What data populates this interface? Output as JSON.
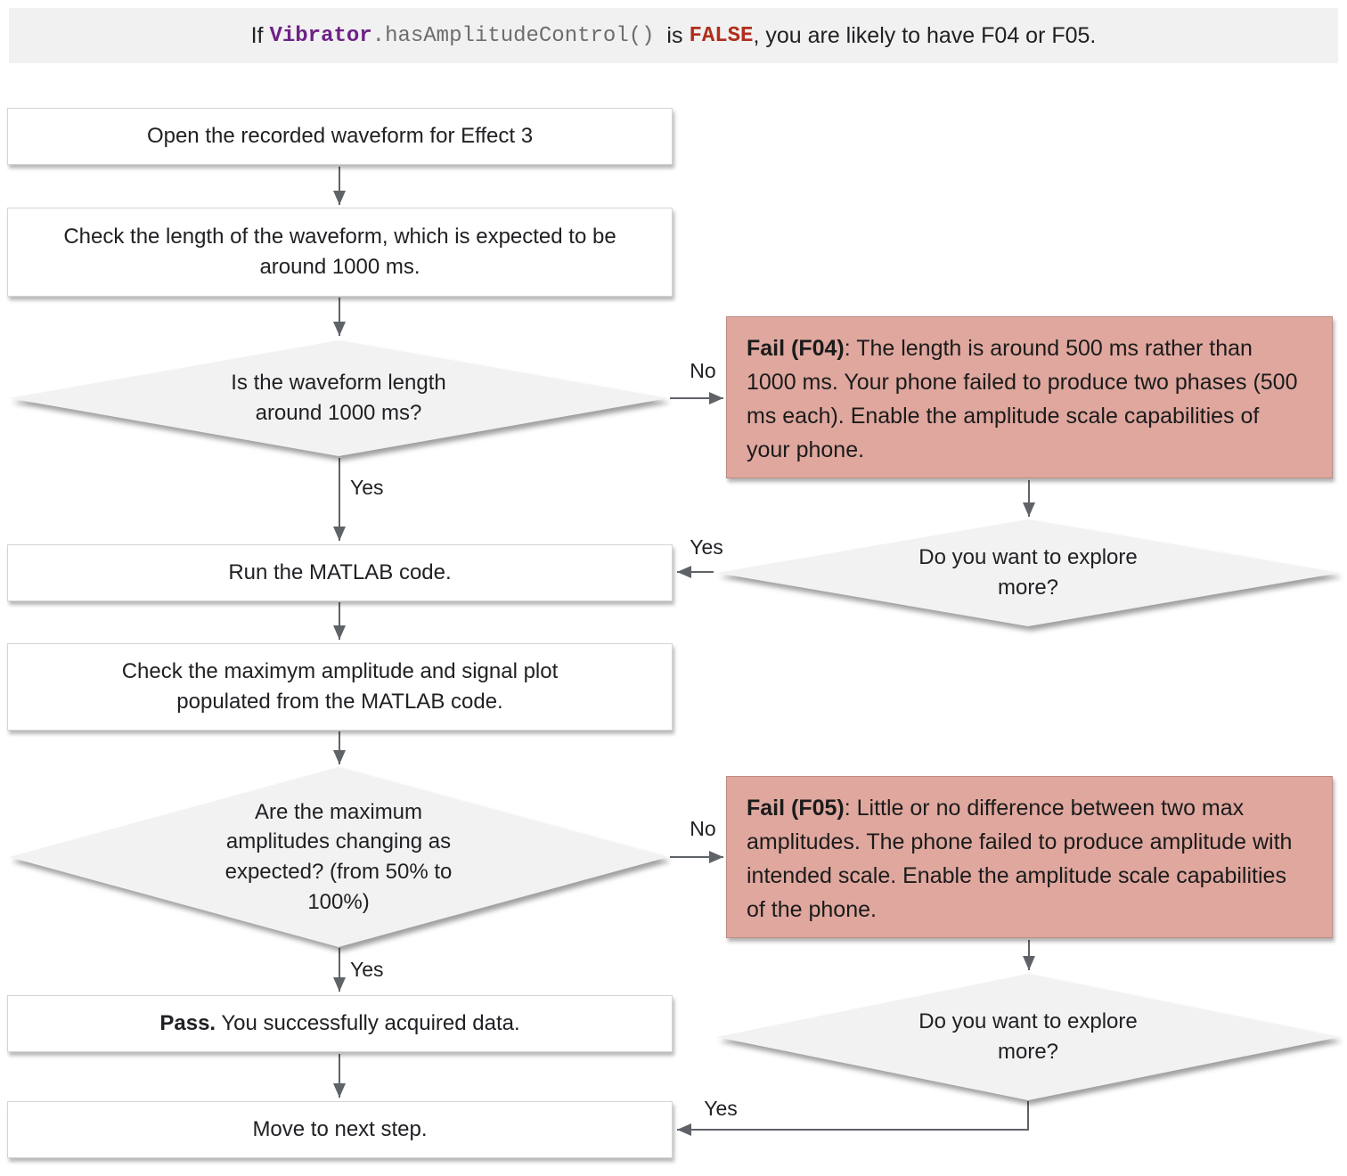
{
  "colors": {
    "header_bg": "#f1f1f1",
    "code_purple": "#6e2286",
    "code_gray": "#6d6d6d",
    "code_red": "#b02e1d",
    "fail_bg": "#dfa79e",
    "diamond_bg": "#f2f2f2",
    "line": "#5f6368"
  },
  "banner": {
    "prefix": "If ",
    "code_class": "Vibrator",
    "code_method": ".hasAmplitudeControl()",
    "middle": "  is ",
    "code_value": "FALSE",
    "suffix": ", you are likely to have F04 or F05."
  },
  "nodes": {
    "open_waveform": {
      "text": "Open the recorded waveform for Effect 3"
    },
    "check_length": {
      "text": "Check the length of the waveform, which is expected to be around 1000 ms."
    },
    "length_decision": {
      "text": "Is the waveform length around 1000 ms?"
    },
    "fail_f04": {
      "label": "Fail (F04)",
      "text": ": The length is around 500 ms rather than 1000 ms. Your phone failed to produce two phases (500 ms each). Enable the amplitude scale capabilities of your phone."
    },
    "explore_1": {
      "text": "Do you want to explore more?"
    },
    "run_matlab": {
      "text": "Run the MATLAB code."
    },
    "check_amplitude": {
      "text": "Check the maximym amplitude and signal plot populated from the MATLAB code."
    },
    "amplitude_decision": {
      "text": "Are the maximum amplitudes changing as expected? (from 50% to 100%)"
    },
    "fail_f05": {
      "label": "Fail (F05)",
      "text": ": Little or no difference between two max amplitudes. The phone failed to produce amplitude with intended scale. Enable the amplitude scale capabilities of the phone."
    },
    "explore_2": {
      "text": "Do you want to explore more?"
    },
    "pass": {
      "label": "Pass.",
      "text": " You successfully acquired data."
    },
    "move_next": {
      "text": "Move to next step."
    }
  },
  "edge_labels": {
    "length_no": "No",
    "length_yes": "Yes",
    "explore1_yes": "Yes",
    "amplitude_no": "No",
    "amplitude_yes": "Yes",
    "explore2_yes": "Yes"
  }
}
